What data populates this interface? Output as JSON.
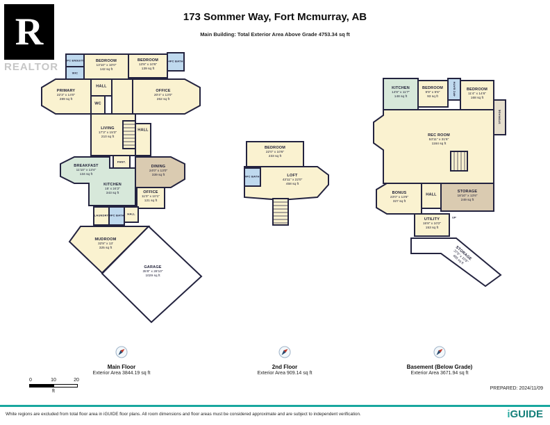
{
  "header": {
    "title": "173 Sommer Way, Fort Mcmurray, AB",
    "subtitle": "Main Building: Total Exterior Area Above Grade 4753.34 sq ft",
    "realtor_r": "R",
    "realtor_word": "REALTOR"
  },
  "floors": [
    {
      "label": "Main Floor",
      "area_label": "Exterior Area 3844.19 sq ft",
      "rooms": {
        "ensuite": {
          "name": "4PC ENSUITE"
        },
        "wic": {
          "name": "WIC"
        },
        "bedroom_a": {
          "name": "BEDROOM",
          "dims": "13'10\" x 10'0\"",
          "area": "142 sq ft"
        },
        "bedroom_b": {
          "name": "BEDROOM",
          "dims": "13'8\" x 10'6\"",
          "area": "139 sq ft"
        },
        "bath_top": {
          "name": "4PC BATH"
        },
        "primary": {
          "name": "PRIMARY",
          "dims": "22'3\" x 14'0\"",
          "area": "289 sq ft"
        },
        "hall_top": {
          "name": "HALL"
        },
        "wc": {
          "name": "WC"
        },
        "office_top": {
          "name": "OFFICE",
          "dims": "20'4\" x 13'0\"",
          "area": "262 sq ft"
        },
        "living": {
          "name": "LIVING",
          "dims": "17'3\" x 15'3\"",
          "area": "210 sq ft"
        },
        "hall_mid": {
          "name": "HALL"
        },
        "pantry": {
          "name": "PANT."
        },
        "breakfast": {
          "name": "BREAKFAST",
          "dims": "11'10\" x 13'4\"",
          "area": "134 sq ft"
        },
        "dining": {
          "name": "DINING",
          "dims": "24'0\" x 13'0\"",
          "area": "339 sq ft"
        },
        "kitchen": {
          "name": "KITCHEN",
          "dims": "15' x 24'2\"",
          "area": "343 sq ft"
        },
        "hall_low": {
          "name": "HALL"
        },
        "office_low": {
          "name": "OFFICE",
          "dims": "11'0\" x 10'1\"",
          "area": "121 sq ft"
        },
        "laundry": {
          "name": "LAUNDRY"
        },
        "bath_low": {
          "name": "4PC BATH"
        },
        "mudroom": {
          "name": "MUDROOM",
          "dims": "32'8\" x 13'",
          "area": "325 sq ft"
        },
        "garage": {
          "name": "GARAGE",
          "dims": "35'8\" x 28'10\"",
          "area": "1029 sq ft"
        }
      }
    },
    {
      "label": "2nd Floor",
      "area_label": "Exterior Area 909.14 sq ft",
      "rooms": {
        "bedroom": {
          "name": "BEDROOM",
          "dims": "22'0\" x 10'6\"",
          "area": "233 sq ft"
        },
        "bath": {
          "name": "4PC BATH"
        },
        "loft": {
          "name": "LOFT",
          "dims": "43'11\" x 22'0\"",
          "area": "458 sq ft"
        }
      }
    },
    {
      "label": "Basement (Below Grade)",
      "area_label": "Exterior Area 3671.94 sq ft",
      "rooms": {
        "kitchen": {
          "name": "KITCHEN",
          "dims": "14'9\" x 11'7\"",
          "area": "148 sq ft"
        },
        "bedroom_a": {
          "name": "BEDROOM",
          "dims": "9'9\" x 9'6\"",
          "area": "93 sq ft"
        },
        "bath": {
          "name": "4PC BATH"
        },
        "bedroom_b": {
          "name": "BEDROOM",
          "dims": "11'4\" x 14'6\"",
          "area": "168 sq ft"
        },
        "storage_side": {
          "name": "STORAGE"
        },
        "rec_room": {
          "name": "REC ROOM",
          "dims": "53'11\" x 31'6\"",
          "area": "1164 sq ft"
        },
        "bonus": {
          "name": "BONUS",
          "dims": "23'0\" x 13'6\"",
          "area": "327 sq ft"
        },
        "hall": {
          "name": "HALL"
        },
        "storage_mid": {
          "name": "STORAGE",
          "dims": "18'10\" x 13'6\"",
          "area": "249 sq ft"
        },
        "utility": {
          "name": "UTILITY",
          "dims": "15'8\" x 10'2\"",
          "area": "153 sq ft"
        },
        "up": {
          "name": "UP"
        },
        "storage_low": {
          "name": "STORAGE",
          "dims": "37'0\" x 10'6\"",
          "area": "485 sq ft"
        }
      }
    }
  ],
  "scalebar": {
    "t0": "0",
    "t10": "10",
    "t20": "20",
    "unit": "ft"
  },
  "footer": {
    "prepared": "PREPARED: 2024/11/09",
    "disclaimer": "White regions are excluded from total floor area in iGUIDE floor plans. All room dimensions and floor areas must be considered approximate and are subject to independent verification.",
    "brand_i": "i",
    "brand_rest": "GUIDE"
  },
  "colors": {
    "wall": "#23233F",
    "floor_cream": "#FAF2D0",
    "bath_blue": "#BFD9EE",
    "kitchen_green": "#D7E8DA",
    "dining_tan": "#DACBB1",
    "excluded_white": "#FFFFFF",
    "brand_teal": "#18A79E"
  }
}
